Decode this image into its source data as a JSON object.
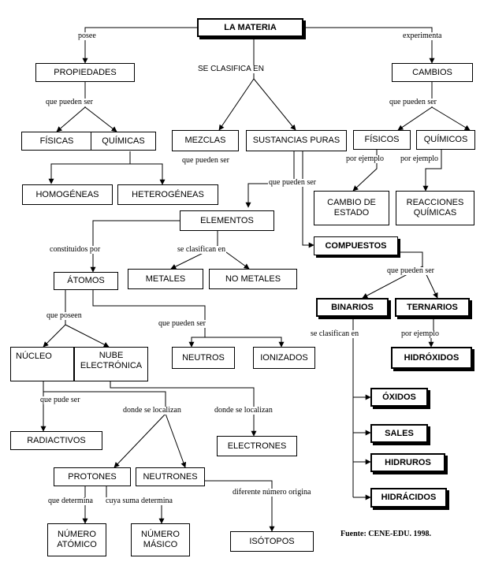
{
  "nodes": {
    "materia": "LA MATERIA",
    "propiedades": "PROPIEDADES",
    "cambios": "CAMBIOS",
    "fisicas": "FÍSICAS",
    "quimicas": "QUÍMICAS",
    "mezclas": "MEZCLAS",
    "sustancias": "SUSTANCIAS PURAS",
    "fisicos": "FÍSICOS",
    "quimicos": "QUÍMICOS",
    "homogeneas": "HOMOGÉNEAS",
    "heterogeneas": "HETEROGÉNEAS",
    "cambio_estado": "CAMBIO DE ESTADO",
    "reacciones": "REACCIONES QUÍMICAS",
    "elementos": "ELEMENTOS",
    "compuestos": "COMPUESTOS",
    "atomos": "ÁTOMOS",
    "metales": "METALES",
    "no_metales": "NO METALES",
    "binarios": "BINARIOS",
    "ternarios": "TERNARIOS",
    "nucleo": "NÚCLEO",
    "nube": "NUBE ELECTRÓNICA",
    "neutros": "NEUTROS",
    "ionizados": "IONIZADOS",
    "hidroxidos": "HIDRÓXIDOS",
    "oxidos": "ÓXIDOS",
    "radiactivos": "RADIACTIVOS",
    "electrones": "ELECTRONES",
    "sales": "SALES",
    "hidruros": "HIDRUROS",
    "protones": "PROTONES",
    "neutrones": "NEUTRONES",
    "hidracidos": "HIDRÁCIDOS",
    "numero_atomico": "NÚMERO ATÓMICO",
    "numero_masico": "NÚMERO MÁSICO",
    "isotopos": "ISÓTOPOS"
  },
  "links": {
    "posee": "posee",
    "experimenta": "experimenta",
    "se_clasifica_en": "SE CLASIFICA EN",
    "que_pueden_ser_1": "que pueden ser",
    "que_pueden_ser_2": "que pueden ser",
    "por_ejemplo_1": "por ejemplo",
    "por_ejemplo_2": "por ejemplo",
    "que_pueden_ser_3": "que pueden ser",
    "que_pueden_ser_4": "que pueden ser",
    "constituidos_por": "constituidos por",
    "se_clasifican_en_1": "se clasifican en",
    "que_pueden_ser_5": "que pueden ser",
    "que_poseen": "que poseen",
    "que_pueden_ser_6": "que pueden ser",
    "se_clasifican_en_2": "se clasifican en",
    "por_ejemplo_3": "por ejemplo",
    "que_pude_ser": "que pude ser",
    "donde_se_localizan_1": "donde se localizan",
    "donde_se_localizan_2": "donde se localizan",
    "que_determina": "que determina",
    "cuya_suma_determina": "cuya suma determina",
    "diferente_numero_origina": "diferente número origina"
  },
  "source": "Fuente: CENE-EDU. 1998."
}
